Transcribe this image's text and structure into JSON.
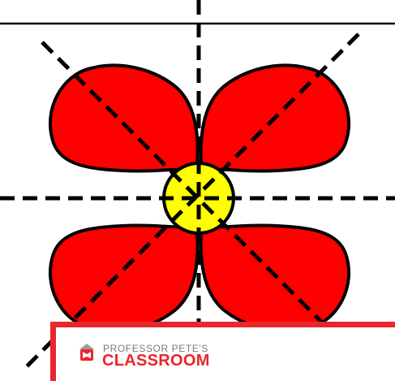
{
  "diagram": {
    "petal_color": "#ff0000",
    "center_color": "#ffff00",
    "stroke_color": "#000000",
    "lines_of_symmetry": 4
  },
  "logo": {
    "line1": "PROFESSOR PETE'S",
    "line2": "CLASSROOM",
    "accent_color": "#e8262c",
    "icon": "classroom-logo-icon"
  }
}
